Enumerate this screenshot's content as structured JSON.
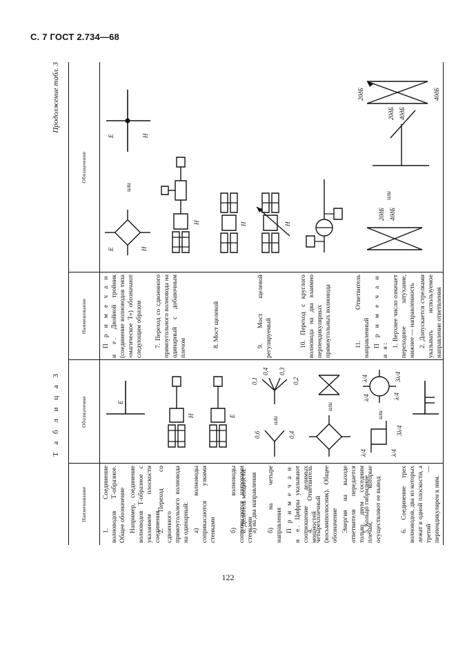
{
  "header": "С. 7 ГОСТ 2.734—68",
  "page_number": "122",
  "table_title": "Т а б л и ц а 3",
  "continuation": "Продолжение табл. 3",
  "columns": {
    "name": "Наименование",
    "designation": "Обозначение"
  },
  "left_texts": {
    "t1": "1. Соединение волноводов Т-образное. Общее обозначение",
    "t1_note": "Например, соединение волноводов Т-образное с указанием плоскости соединения",
    "t2": "2. Переход со сдвоенного прямоугольного волновода на одинарный:",
    "t2a": "а) волноводы соприкасаются узкими стенками",
    "t2b": "б) волноводы соприкасаются широкими стенками",
    "t3": "3. Делитель мощности:",
    "t3a": "а) на два направления",
    "t3b": "б) на четыре направления",
    "t3_note_word": "П р и м е ч а н и е.",
    "t3_note": "Цифры указывают соотношение делимых мощностей",
    "t4": "4. Ответвитель четырехплечный (восьмиполюсник). Общее обозначение",
    "t4_note": "Энергия на выходе ответвителя передается только двум соседним плечам, которые осуществляют ее вывод",
    "t5": "5. Кольцо гибридное",
    "t6": "6. Соединение трех волноводов, два из которых лежат в одной плоскости, а третий — перпендикулярен к ним."
  },
  "right_texts": {
    "n_note_word": "П р и м е ч а н и е.",
    "n_note": "Двойной тройник (соединение волноводов типа «магическое Т») обозначают следующим образом",
    "t7": "7. Переход со сдвоенного прямоугольного волновода на одинарный с добавочным плечом",
    "t8": "8. Мост щелевой",
    "t9": "9. Мост щелевой регулируемый",
    "t10": "10. Переход с круглого волновода на два взаимно перпендикулярных прямоугольных волновода",
    "t11": "11. Ответвитель направленный",
    "t11_note_word": "П р и м е ч а н и я:",
    "t11_n1": "1. Верхнее число означает переходное затухание, нижнее — направленность",
    "t11_n2": "2. Допускается стрелками указывать используемое направление ответвления"
  },
  "symbol_labels": {
    "E": "E",
    "H": "H",
    "or": "или",
    "r06": "0,6",
    "r04": "0,4",
    "r01": "0,1",
    "r04b": "0,4",
    "r03": "0,3",
    "r02": "0,2",
    "quarter": "λ/4",
    "three_quarter": "3λ/4",
    "db20": "20дБ",
    "db40": "40дБ"
  }
}
